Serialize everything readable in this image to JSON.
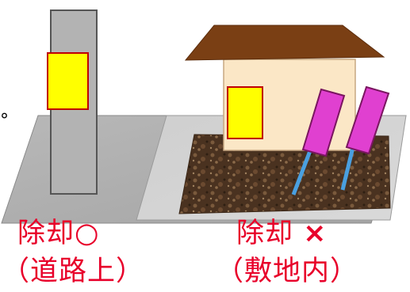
{
  "left_caption": {
    "line1_text": "除却",
    "line1_mark": "○",
    "line2": "（道路上）"
  },
  "right_caption": {
    "line1_text": "除却",
    "line1_mark": "×",
    "line2": "（敷地内）"
  },
  "stray_mark": "°",
  "colors": {
    "text_red": "#e8002a",
    "pole_gray": "#b3b3b3",
    "sign_yellow": "#ffff00",
    "sign_pink": "#e040d0",
    "roof_brown": "#7a3f14",
    "wall_cream": "#fbe7c6",
    "soil_brown": "#4a3220",
    "post_blue": "#4aa0e0"
  }
}
